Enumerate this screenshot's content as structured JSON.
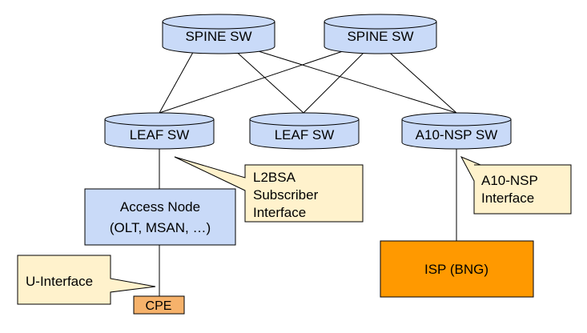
{
  "spines": [
    {
      "label": "SPINE SW"
    },
    {
      "label": "SPINE SW"
    }
  ],
  "leaves": [
    {
      "label": "LEAF SW"
    },
    {
      "label": "LEAF SW"
    },
    {
      "label": "A10-NSP SW"
    }
  ],
  "access_node": {
    "line1": "Access Node",
    "line2": "(OLT, MSAN, …)"
  },
  "isp": {
    "label": "ISP (BNG)"
  },
  "cpe": {
    "label": "CPE"
  },
  "callouts": {
    "l2bsa": {
      "line1": "L2BSA",
      "line2": "Subscriber",
      "line3": "Interface"
    },
    "a10nsp": {
      "line1": "A10-NSP",
      "line2": "Interface"
    },
    "u_interface": {
      "line1": "U-Interface"
    }
  },
  "colors": {
    "switch_fill": "#c9daf8",
    "access_fill": "#c9daf8",
    "isp_fill": "#ff9900",
    "cpe_fill": "#f6b26b",
    "callout_fill": "#fff2cc",
    "line": "#000000"
  }
}
